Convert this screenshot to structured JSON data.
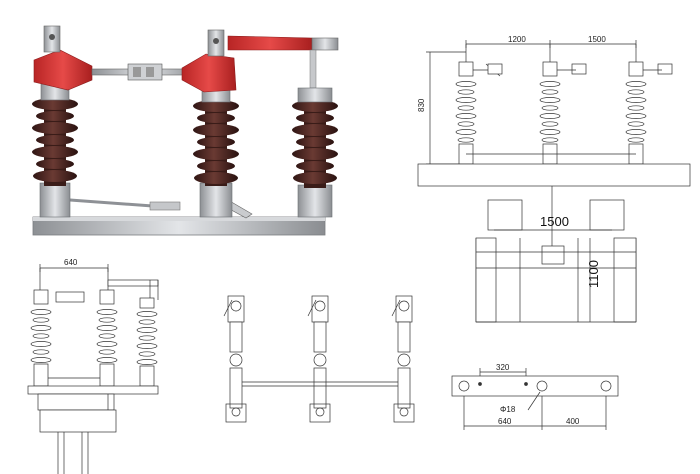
{
  "photo": {
    "brand_red": "#d83a3a",
    "insulator_brown": "#4a2521",
    "metal_grey": "#b9bcc0"
  },
  "front_view": {
    "dim_left": "1200",
    "dim_right": "1500",
    "dim_height": "830",
    "dim_mid": "1500",
    "dim_side": "1100"
  },
  "side_view": {
    "dim_top": "640"
  },
  "base_plate": {
    "dim_top": "320",
    "dim_hole": "Φ18",
    "dim_bottom": "640",
    "dim_right": "400"
  }
}
